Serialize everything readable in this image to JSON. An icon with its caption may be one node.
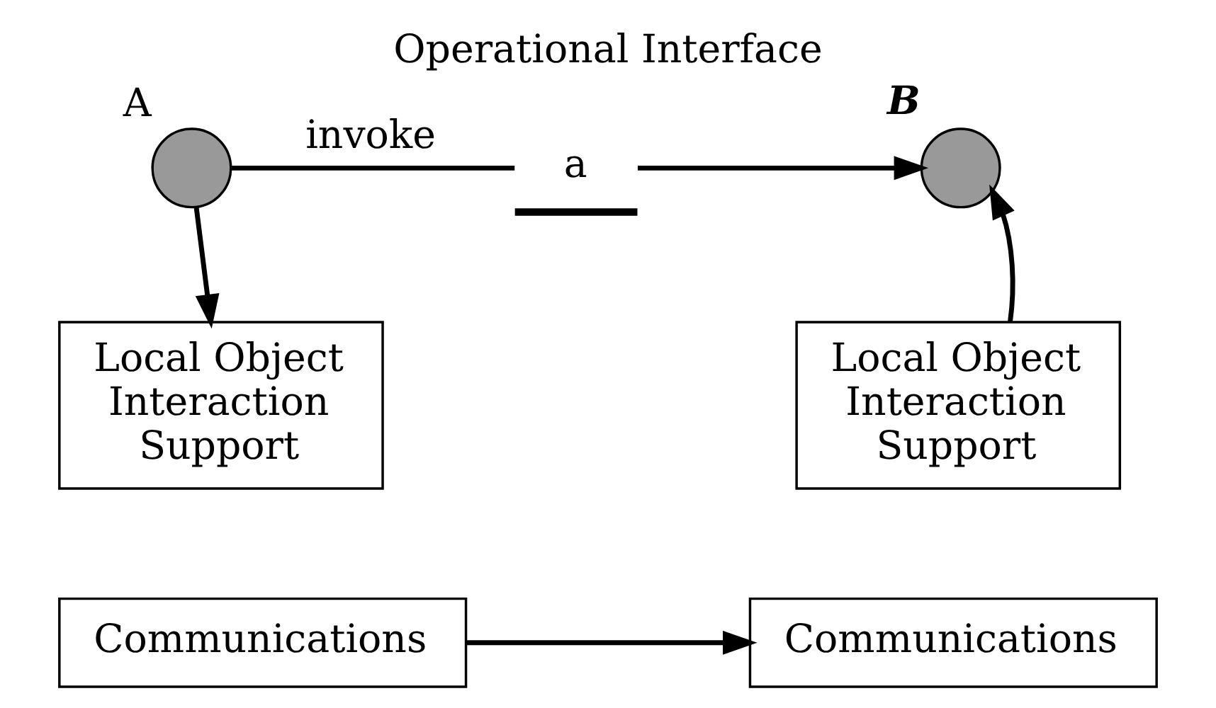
{
  "diagram": {
    "title": "Operational Interface",
    "nodes": [
      {
        "text": [
          "A"
        ]
      },
      {
        "text": [
          "a"
        ]
      },
      {
        "text": [
          "B"
        ]
      },
      {
        "text": [
          "Local Object Interaction Support"
        ]
      },
      {
        "text": [
          "Communications"
        ]
      },
      {
        "text": [
          "Local Object Interaction Support"
        ]
      },
      {
        "text": [
          "Communications"
        ]
      }
    ],
    "edges": [
      {
        "from": 0,
        "to": 1,
        "arrow": "none",
        "label": "invoke"
      },
      {
        "from": 1,
        "to": 2,
        "arrow": "to"
      },
      {
        "from": 0,
        "to": 3,
        "arrow": "to"
      },
      {
        "from": 5,
        "to": 2,
        "arrow": "to"
      },
      {
        "from": 4,
        "to": 6,
        "arrow": "to"
      }
    ]
  }
}
